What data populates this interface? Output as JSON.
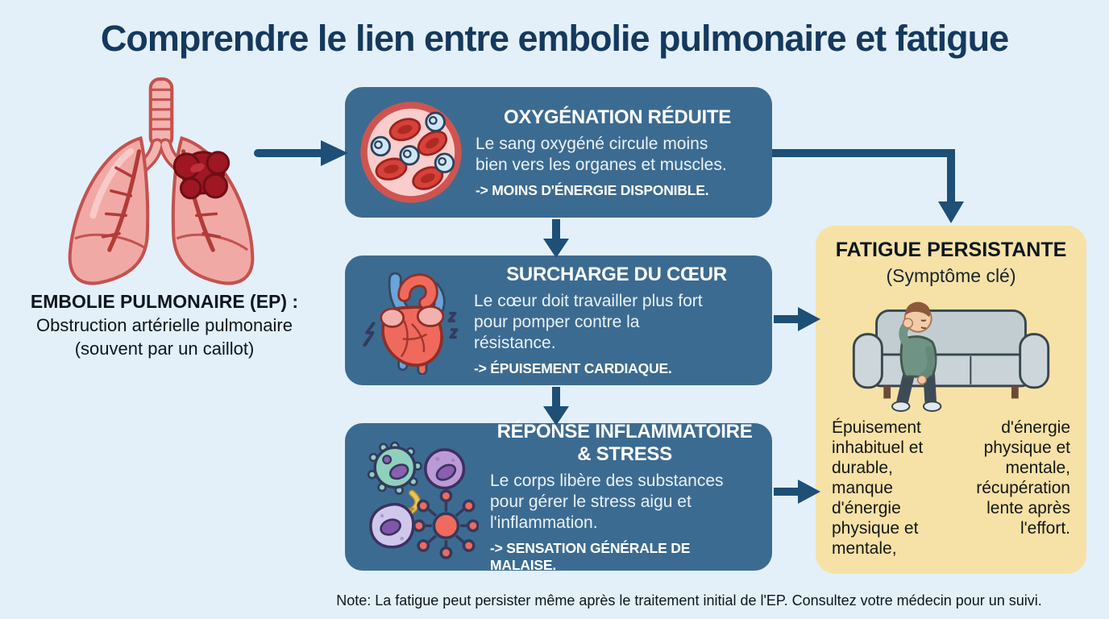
{
  "title": "Comprendre le lien entre embolie pulmonaire et fatigue",
  "source": {
    "icon": "lungs-embolism-icon",
    "label_bold": "EMBOLIE PULMONAIRE (EP) :",
    "label_line2": "Obstruction artérielle pulmonaire",
    "label_line3": "(souvent par un caillot)"
  },
  "steps": [
    {
      "icon": "blood-vessel-oxygen-icon",
      "title": "OXYGÉNATION RÉDUITE",
      "body": "Le sang oxygéné circule moins bien vers les organes et muscles.",
      "consequence": "-> MOINS D'ÉNERGIE DISPONIBLE."
    },
    {
      "icon": "strained-heart-icon",
      "title": "SURCHARGE DU CŒUR",
      "body": "Le cœur doit travailler plus fort pour pomper contre la résistance.",
      "consequence": "-> ÉPUISEMENT CARDIAQUE."
    },
    {
      "icon": "immune-cells-icon",
      "title": "RÉPONSE INFLAMMATOIRE\n& STRESS",
      "body": "Le corps libère des substances pour gérer le stress aigu et l'inflammation.",
      "consequence": "-> SENSATION GÉNÉRALE DE MALAISE."
    }
  ],
  "result": {
    "icon": "tired-person-couch-icon",
    "title": "FATIGUE PERSISTANTE",
    "subtitle": "(Symptôme clé)",
    "col_left": "Épuisement inhabituel et durable, manque d'énergie physique et mentale,",
    "col_right": "d'énergie physique et mentale, récupération lente après l'effort."
  },
  "note": "Note: La fatigue peut persister même après le traitement initial de l'EP. Consultez votre médecin pour un suivi.",
  "colors": {
    "background": "#e3f0fa",
    "step_box": "#3c6b91",
    "arrow": "#1d4f77",
    "title_text": "#15395d",
    "result_box": "#f6e2a6",
    "light_text": "#e9f2f8",
    "dark_text": "#0d1520"
  }
}
